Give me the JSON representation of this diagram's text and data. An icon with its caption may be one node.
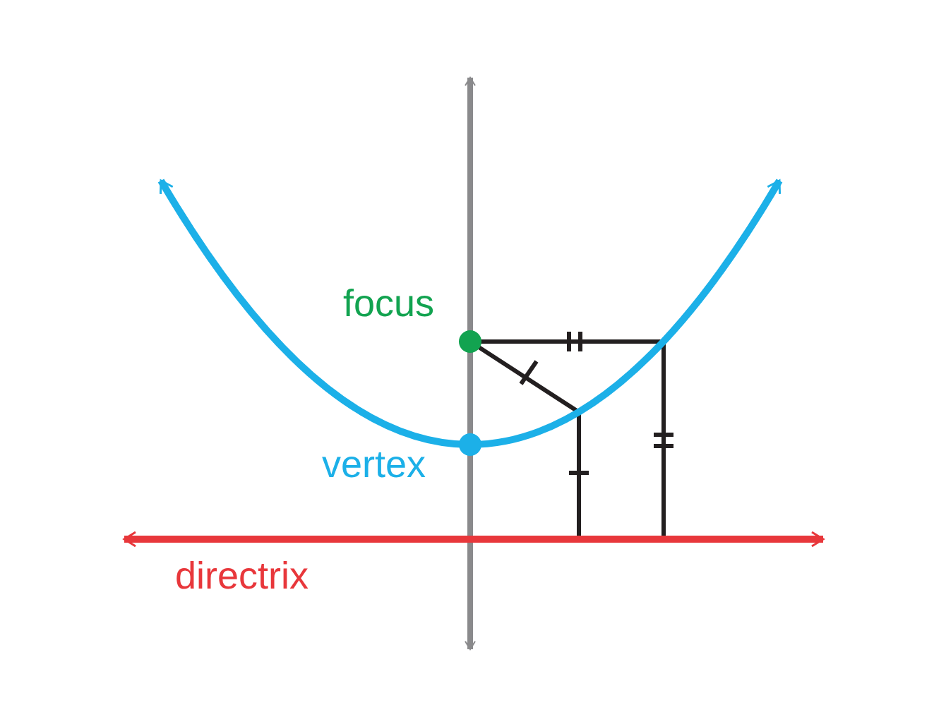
{
  "diagram": {
    "labels": [
      "focus",
      "vertex",
      "directrix"
    ]
  }
}
